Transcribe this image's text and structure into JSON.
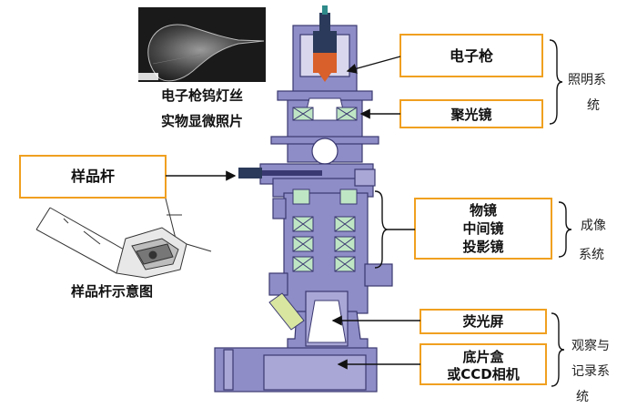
{
  "filament_photo": {
    "caption_line1": "电子枪钨灯丝",
    "caption_line2": "实物显微照片"
  },
  "holder_sketch": {
    "caption": "样品杆示意图"
  },
  "labels": {
    "electron_gun": "电子枪",
    "condenser": "聚光镜",
    "sample_holder": "样品杆",
    "objective": "物镜",
    "intermediate": "中间镜",
    "projector": "投影镜",
    "screen": "荧光屏",
    "camera_line1": "底片盒",
    "camera_line2": "或CCD相机"
  },
  "groups": {
    "illumination_line1": "照明系",
    "illumination_line2": "统",
    "imaging_line1": "成像",
    "imaging_line2": "系统",
    "observation_line1": "观察与",
    "observation_line2": "记录系",
    "observation_line3": "统"
  },
  "colors": {
    "box_border": "#f0a020",
    "column_fill": "#8f8dc7",
    "column_stroke": "#3a3870",
    "lens_fill": "#bfe6c4",
    "gun_body": "#2b3a5a",
    "gun_tip": "#d9602a",
    "text": "#111111"
  }
}
